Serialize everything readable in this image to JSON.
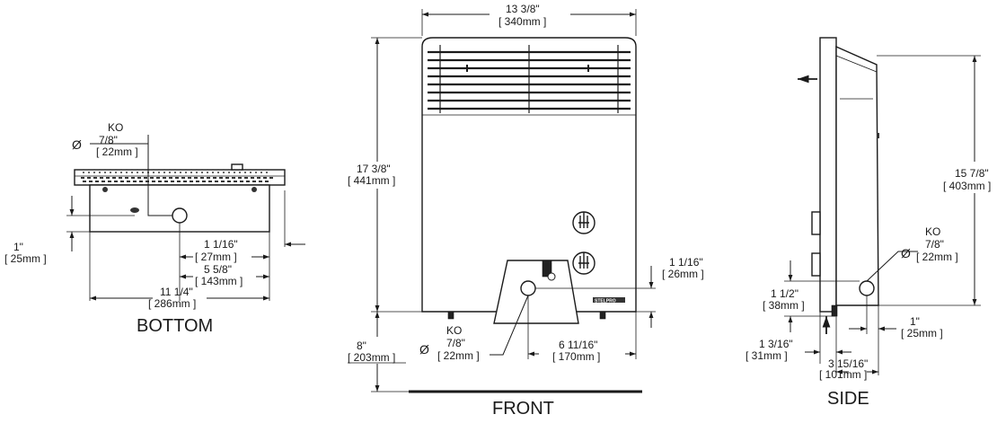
{
  "views": {
    "bottom": {
      "title": "BOTTOM",
      "ko_label": "KO",
      "ko_size_in": "7/8\"",
      "ko_size_mm": "[ 22mm ]",
      "diameter_symbol": "Ø",
      "offset_height_in": "1\"",
      "offset_height_mm": "[ 25mm ]",
      "dim_a_in": "1 1/16\"",
      "dim_a_mm": "[ 27mm ]",
      "dim_b_in": "5 5/8\"",
      "dim_b_mm": "[ 143mm ]",
      "width_in": "11 1/4\"",
      "width_mm": "[ 286mm ]"
    },
    "front": {
      "title": "FRONT",
      "width_in": "13 3/8\"",
      "width_mm": "[ 340mm ]",
      "height_in": "17 3/8\"",
      "height_mm": "[ 441mm ]",
      "floor_in": "8\"",
      "floor_mm": "[ 203mm ]",
      "ko_label": "KO",
      "ko_size_in": "7/8\"",
      "ko_size_mm": "[ 22mm ]",
      "diameter_symbol": "Ø",
      "ko_height_in": "1 1/16\"",
      "ko_height_mm": "[ 26mm ]",
      "ko_offset_in": "6 11/16\"",
      "ko_offset_mm": "[ 170mm ]",
      "brand": "STELPRO"
    },
    "side": {
      "title": "SIDE",
      "height_in": "15 7/8\"",
      "height_mm": "[ 403mm ]",
      "ko_label": "KO",
      "ko_size_in": "7/8\"",
      "ko_size_mm": "[ 22mm ]",
      "diameter_symbol": "Ø",
      "ko_elev_in": "1 1/2\"",
      "ko_elev_mm": "[ 38mm ]",
      "ko_back_in": "1\"",
      "ko_back_mm": "[ 25mm ]",
      "base_in": "1 3/16\"",
      "base_mm": "[ 31mm ]",
      "depth_in": "3 15/16\"",
      "depth_mm": "[ 101mm ]"
    }
  }
}
